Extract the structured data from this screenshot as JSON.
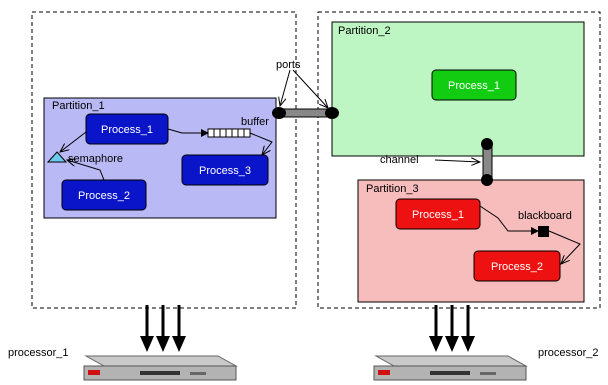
{
  "partitions": {
    "p1": {
      "label": "Partition_1",
      "fill": "#b9b9f5",
      "processes": [
        "Process_1",
        "Process_2",
        "Process_3"
      ],
      "proc_color": "#0a14c8"
    },
    "p2": {
      "label": "Partition_2",
      "fill": "#bdf5c3",
      "processes": [
        "Process_1"
      ],
      "proc_color": "#12cc12"
    },
    "p3": {
      "label": "Partition_3",
      "fill": "#f7bcbc",
      "processes": [
        "Process_1",
        "Process_2"
      ],
      "proc_color": "#ee1111"
    }
  },
  "labels": {
    "ports": "ports",
    "buffer": "buffer",
    "semaphore": "semaphore",
    "channel": "channel",
    "blackboard": "blackboard",
    "processor_1": "processor_1",
    "processor_2": "processor_2"
  }
}
